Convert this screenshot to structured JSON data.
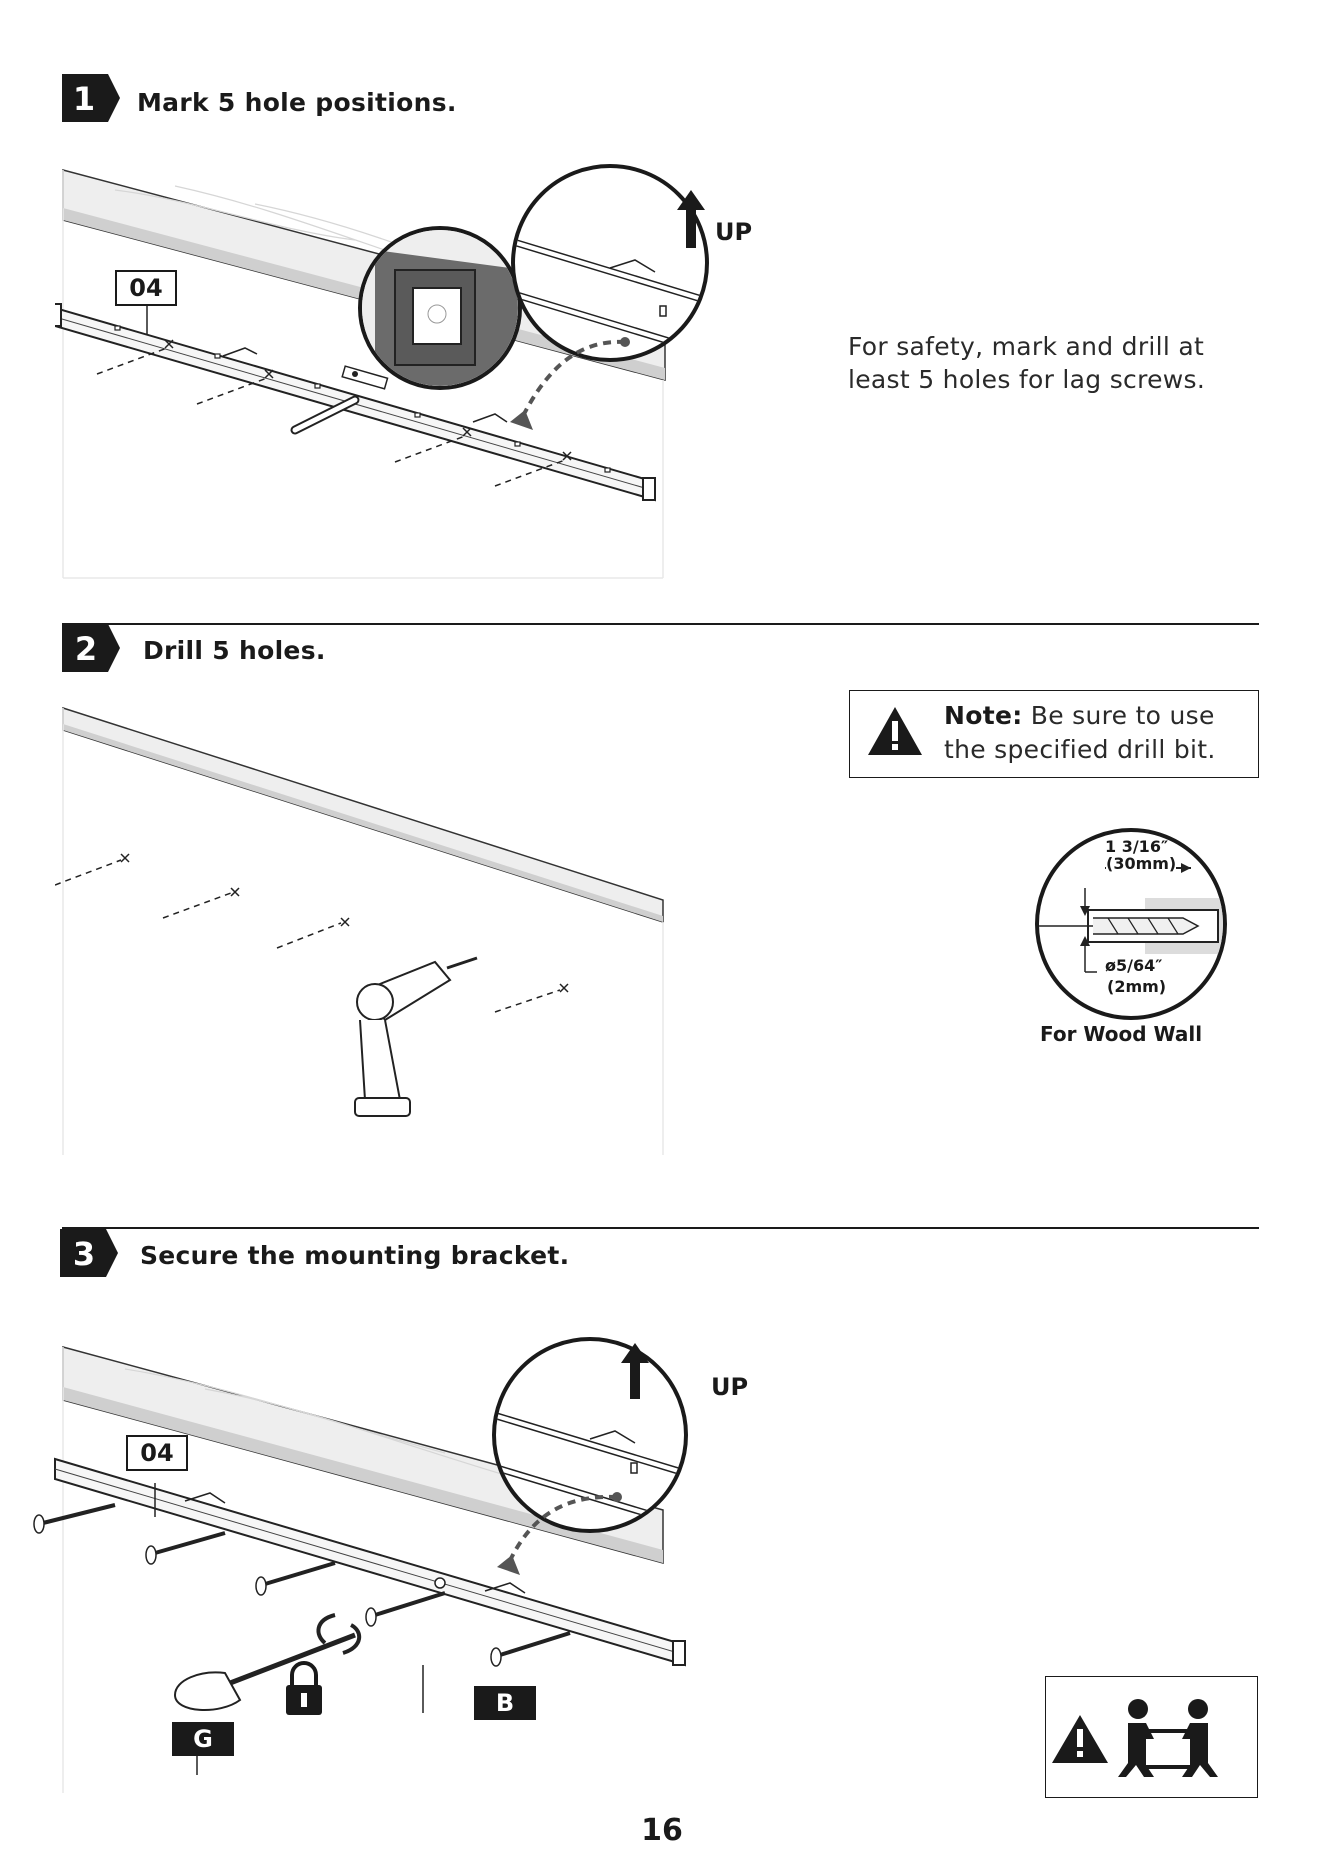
{
  "steps": [
    {
      "number": "1",
      "title": "Mark 5 hole positions."
    },
    {
      "number": "2",
      "title": "Drill 5 holes."
    },
    {
      "number": "3",
      "title": "Secure the mounting bracket."
    }
  ],
  "step1": {
    "part_label": "04",
    "up_label": "UP",
    "instruction_line1": "For safety, mark and drill at",
    "instruction_line2": "least 5 holes for lag screws."
  },
  "step2": {
    "note_label": "Note:",
    "note_line1": " Be sure to use",
    "note_line2": "the specified drill bit.",
    "depth": "1 3/16″",
    "depth_mm": "(30mm)",
    "diameter": "ø5/64″",
    "diameter_mm": "(2mm)",
    "caption": "For Wood Wall"
  },
  "step3": {
    "part_label": "04",
    "up_label": "UP",
    "tool_label_g": "G",
    "screw_label_b": "B"
  },
  "page_number": "16",
  "icons": [
    "warning-icon",
    "two-person-lift-icon",
    "lock-icon",
    "rotate-arrow-icon",
    "up-arrow-icon",
    "drill-icon",
    "screwdriver-icon",
    "level-icon"
  ]
}
